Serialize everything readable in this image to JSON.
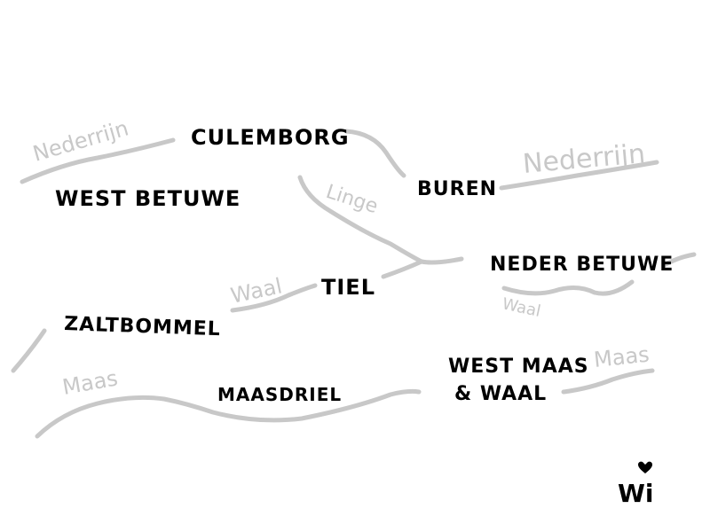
{
  "colors": {
    "river": "#c8c8c8",
    "town": "#000000",
    "background": "#ffffff"
  },
  "towns": {
    "culemborg": "CULEMBORG",
    "west_betuwe": "WEST BETUWE",
    "buren": "BUREN",
    "tiel": "TIEL",
    "neder_betuwe": "NEDER BETUWE",
    "zaltbommel": "ZALTBOMMEL",
    "maasdriel": "MAASDRIEL",
    "west_maas_line1": "WEST MAAS",
    "west_maas_line2": "& WAAL"
  },
  "rivers": {
    "nederrijn_west": "Nederrijn",
    "nederrijn_east": "Nederrijn",
    "linge": "Linge",
    "waal_center": "Waal",
    "waal_east": "Waal",
    "maas_west": "Maas",
    "maas_east": "Maas"
  },
  "signature": {
    "text": "Wi",
    "icon": "heart-icon"
  }
}
